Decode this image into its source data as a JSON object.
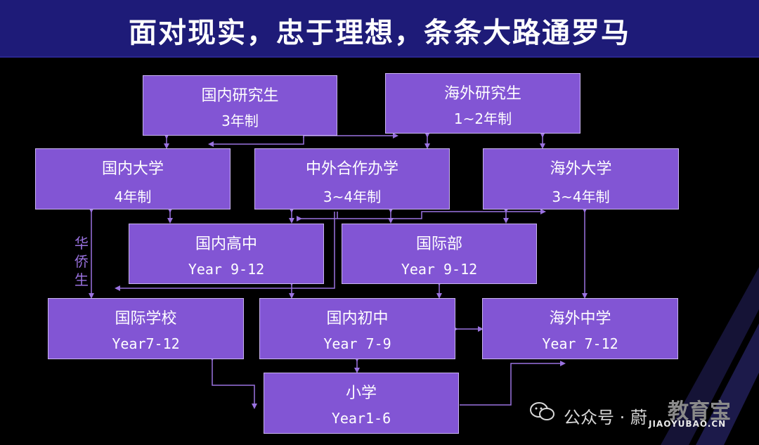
{
  "title": "面对现实，忠于理想，条条大路通罗马",
  "boxes": {
    "domestic_grad": {
      "name": "国内研究生",
      "sub": "3年制"
    },
    "overseas_grad": {
      "name": "海外研究生",
      "sub": "1~2年制"
    },
    "domestic_univ": {
      "name": "国内大学",
      "sub": "4年制"
    },
    "sino_foreign": {
      "name": "中外合作办学",
      "sub": "3~4年制"
    },
    "overseas_univ": {
      "name": "海外大学",
      "sub": "3~4年制"
    },
    "domestic_high": {
      "name": "国内高中",
      "sub": "Year 9-12"
    },
    "intl_dept": {
      "name": "国际部",
      "sub": "Year 9-12"
    },
    "intl_school": {
      "name": "国际学校",
      "sub": "Year7-12"
    },
    "domestic_middle": {
      "name": "国内初中",
      "sub": "Year 7-9"
    },
    "overseas_middle": {
      "name": "海外中学",
      "sub": "Year 7-12"
    },
    "primary": {
      "name": "小学",
      "sub": "Year1-6"
    }
  },
  "side_label": "华\n侨\n生",
  "watermark": {
    "text": "公众号 · 蔚",
    "logo": "教育宝",
    "logo_sub": "JIAOYUBAO.CN"
  },
  "colors": {
    "box": "#8255d4",
    "box_border": "#c9b4f0",
    "header": "#1e1b78",
    "line": "#9a72e0"
  }
}
